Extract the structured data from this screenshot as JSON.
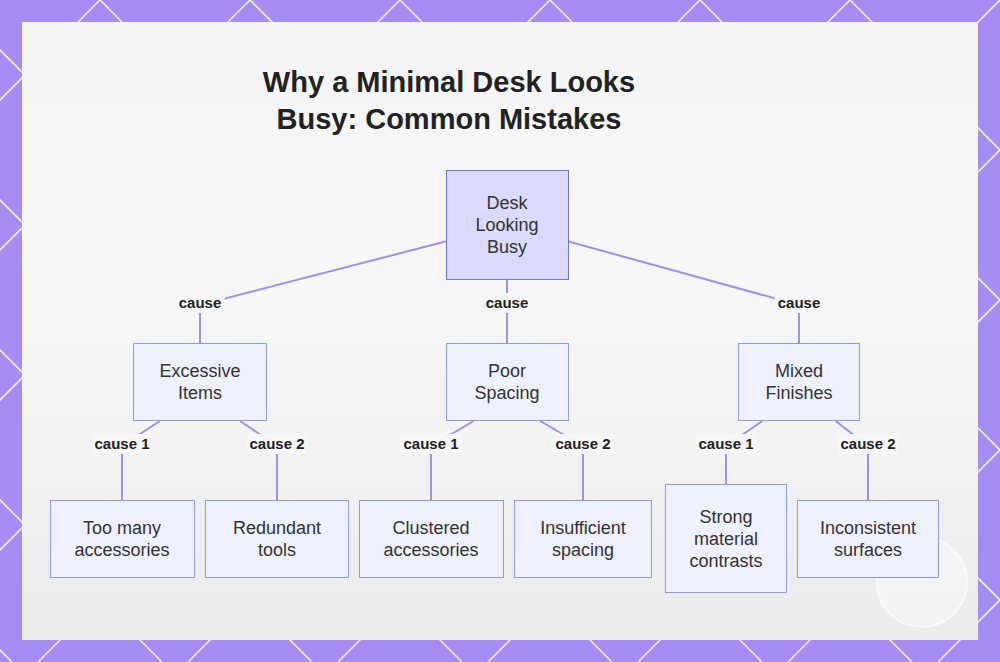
{
  "diagram": {
    "title": "Why a Minimal Desk Looks Busy: Common Mistakes",
    "nodes": [
      {
        "text": [
          "Desk Looking Busy"
        ]
      },
      {
        "text": [
          "Excessive Items"
        ]
      },
      {
        "text": [
          "Poor Spacing"
        ]
      },
      {
        "text": [
          "Mixed Finishes"
        ]
      },
      {
        "text": [
          "Too many accessories"
        ]
      },
      {
        "text": [
          "Redundant tools"
        ]
      },
      {
        "text": [
          "Clustered accessories"
        ]
      },
      {
        "text": [
          "Insufficient spacing"
        ]
      },
      {
        "text": [
          "Strong material contrasts"
        ]
      },
      {
        "text": [
          "Inconsistent surfaces"
        ]
      }
    ],
    "edges": [
      {
        "from": 0,
        "to": 1,
        "label": "cause",
        "arrow": "none"
      },
      {
        "from": 0,
        "to": 2,
        "label": "cause",
        "arrow": "none"
      },
      {
        "from": 0,
        "to": 3,
        "label": "cause",
        "arrow": "none"
      },
      {
        "from": 1,
        "to": 4,
        "label": "cause 1",
        "arrow": "none"
      },
      {
        "from": 1,
        "to": 5,
        "label": "cause 2",
        "arrow": "none"
      },
      {
        "from": 2,
        "to": 6,
        "label": "cause 1",
        "arrow": "none"
      },
      {
        "from": 2,
        "to": 7,
        "label": "cause 2",
        "arrow": "none"
      },
      {
        "from": 3,
        "to": 8,
        "label": "cause 1",
        "arrow": "none"
      },
      {
        "from": 3,
        "to": 9,
        "label": "cause 2",
        "arrow": "none"
      }
    ]
  }
}
